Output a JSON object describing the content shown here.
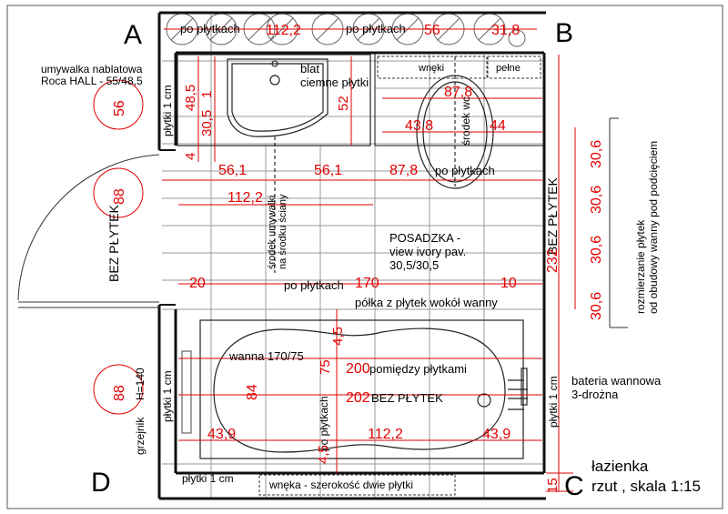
{
  "corners": {
    "a": "A",
    "b": "B",
    "c": "C",
    "d": "D"
  },
  "title": {
    "line1": "łazienka",
    "line2": "rzut , skala 1:15"
  },
  "texts": {
    "top_tiles_left": "po płytkach",
    "top_tiles_mid": "po płytkach",
    "umywalka_line1": "umywalka nablatowa",
    "umywalka_line2": "Roca HALL - 55/48,5",
    "blat_line1": "blat",
    "blat_line2": "ciemne płytki",
    "wneki": "wnęki",
    "pelne": "pełne",
    "plytki_left_top": "płytki 1 cm",
    "srodek_wc": "środek wc",
    "po_plytkach_mid": "po płytkach",
    "bez_plytek_left": "BEZ PŁYTEK",
    "bez_plytek_right": "BEZ PŁYTEK",
    "srodek_umywalki_line1": "środek umywalki",
    "srodek_umywalki_line2": "na środku ściany",
    "posadzka_line1": "POSADZKA -",
    "posadzka_line2": "view ivory pav.",
    "posadzka_line3": "30,5/30,5",
    "po_plytkach_170": "po płytkach",
    "polka": "półka z płytek wokół wanny",
    "wanna": "wanna 170/75",
    "pomiedzy": "pomiędzy płytkami",
    "bez_plytek_wanna": "BEZ PŁYTEK",
    "po_plytkach_vert": "po płytkach",
    "plytki_left_bath": "płytki 1 cm",
    "grzejnik": "grzejnik",
    "h140": "H=140",
    "plytki_right_bath": "płytki 1 cm",
    "bateria_line1": "bateria wannowa",
    "bateria_line2": "3-drożna",
    "plytki_bottom": "płytki 1 cm",
    "wneka_bottom": "wnęka - szerokość dwie płytki",
    "rozmierzanie_line1": "rozmierzanie płytek",
    "rozmierzanie_line2": "od obudowy wanny pod podcięciem"
  },
  "dims": {
    "top_112_2": "112,2",
    "top_56": "56",
    "top_31_8": "31,8",
    "c56": "56",
    "c88_top": "88",
    "c88_bottom": "88",
    "d48_5": "48,5",
    "d1": "1",
    "d30_5": "30,5",
    "d4": "4",
    "d52": "52",
    "d87_8_top": "87,8",
    "d43_8": "43,8",
    "d44": "44",
    "d56_1_left": "56,1",
    "d56_1_right": "56,1",
    "d87_8_mid": "87,8",
    "d112_2_mid": "112,2",
    "d20": "20",
    "d170": "170",
    "d10": "10",
    "d232": "232",
    "d30_6_a": "30,6",
    "d30_6_b": "30,6",
    "d30_6_c": "30,6",
    "d30_6_d": "30,6",
    "d4_5_top": "4,5",
    "d75": "75",
    "d200": "200",
    "d84": "84",
    "d202": "202",
    "d43_9_left": "43,9",
    "d4_5_bottom": "4,5",
    "d112_2_bottom": "112,2",
    "d43_9_right": "43,9",
    "d15": "15"
  },
  "colors": {
    "dimension": "#e00000",
    "line": "#000000"
  }
}
